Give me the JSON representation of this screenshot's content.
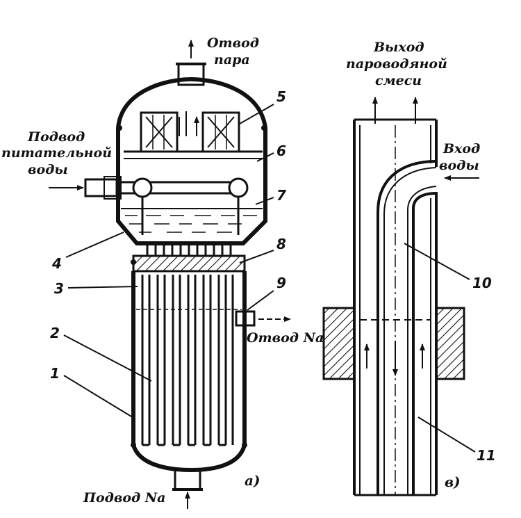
{
  "figure_a": {
    "steam_outlet": [
      "Отвод",
      "пара"
    ],
    "feedwater_inlet": [
      "Подвод",
      "питательной",
      "воды"
    ],
    "sodium_outlet": "Отвод Na",
    "sodium_inlet": "Подвод Na",
    "panel_label": "а)",
    "callouts": [
      "1",
      "2",
      "3",
      "4",
      "5",
      "6",
      "7",
      "8",
      "9"
    ]
  },
  "figure_b": {
    "mixture_outlet": [
      "Выход",
      "пароводяной",
      "смеси"
    ],
    "water_inlet": [
      "Вход",
      "воды"
    ],
    "panel_label": "в)",
    "callouts": [
      "10",
      "11"
    ]
  }
}
